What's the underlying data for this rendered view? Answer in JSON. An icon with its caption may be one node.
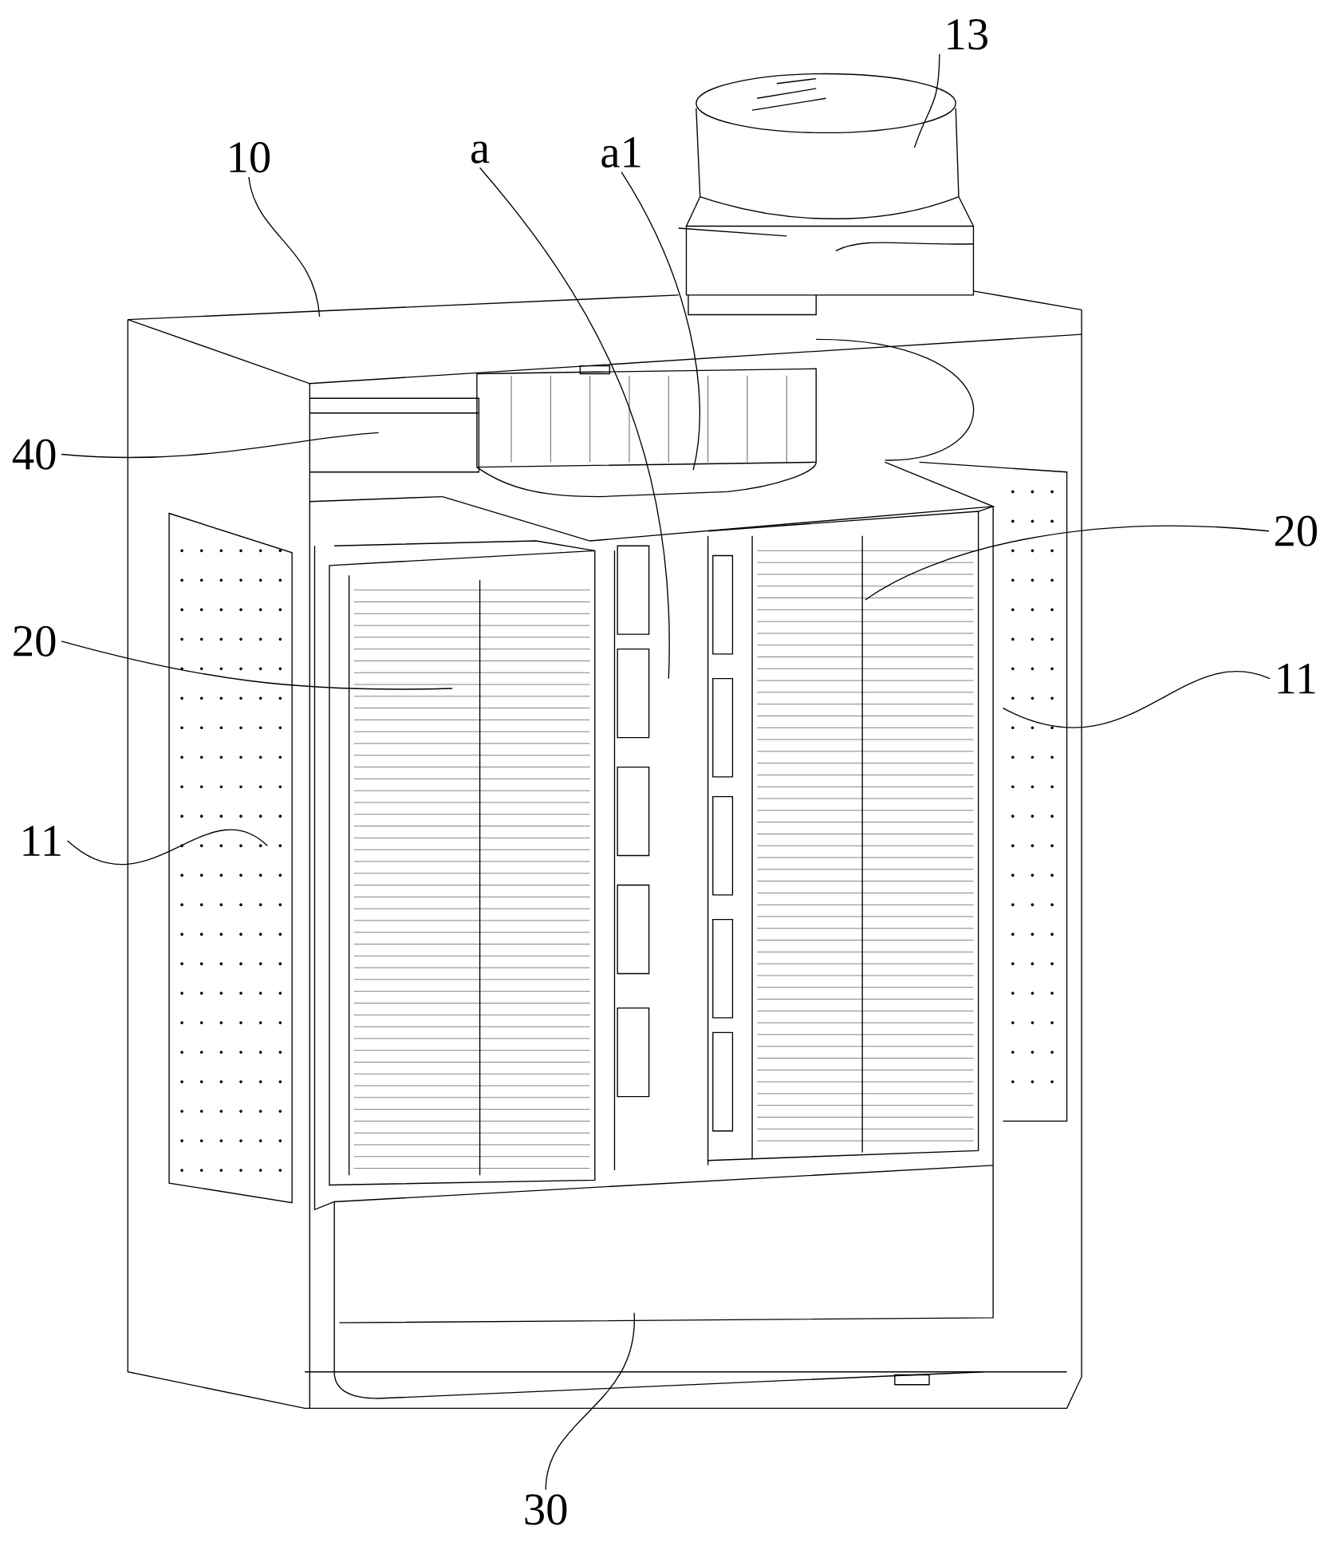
{
  "diagram": {
    "nodes": [
      {
        "text": [
          "13"
        ]
      },
      {
        "text": [
          "10"
        ]
      },
      {
        "text": [
          "a"
        ]
      },
      {
        "text": [
          "a1"
        ]
      },
      {
        "text": [
          "40"
        ]
      },
      {
        "text": [
          "20"
        ]
      },
      {
        "text": [
          "20"
        ]
      },
      {
        "text": [
          "11"
        ]
      },
      {
        "text": [
          "11"
        ]
      },
      {
        "text": [
          "30"
        ]
      }
    ],
    "edges": [
      {
        "from": 0,
        "to": null,
        "arrow": "none"
      },
      {
        "from": 1,
        "to": null,
        "arrow": "none"
      },
      {
        "from": 2,
        "to": null,
        "arrow": "none"
      },
      {
        "from": 3,
        "to": null,
        "arrow": "none"
      },
      {
        "from": 4,
        "to": null,
        "arrow": "none"
      },
      {
        "from": 5,
        "to": null,
        "arrow": "none"
      },
      {
        "from": 6,
        "to": null,
        "arrow": "none"
      },
      {
        "from": 7,
        "to": null,
        "arrow": "none"
      },
      {
        "from": 8,
        "to": null,
        "arrow": "none"
      },
      {
        "from": 9,
        "to": null,
        "arrow": "none"
      }
    ]
  }
}
